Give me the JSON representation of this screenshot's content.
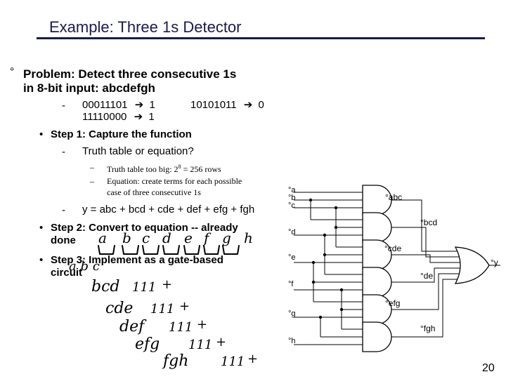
{
  "title": "Example: Three 1s Detector",
  "problem": {
    "bullet": "°",
    "line1": "Problem: Detect three consecutive 1s",
    "line2": "in 8-bit input: abcdefgh",
    "dash": "-",
    "examples": [
      {
        "input": "00011101",
        "output": "1"
      },
      {
        "input": "11110000",
        "output": "1"
      },
      {
        "input": "10101011",
        "output": "0"
      }
    ],
    "arrow": "➔"
  },
  "step1": {
    "bullet": "•",
    "label": "Step 1: Capture the function",
    "dash": "-",
    "sub": "Truth table or equation?",
    "endash": "–",
    "notes": [
      {
        "line1": "Truth table too big: 2",
        "sup": "8",
        "line1b": " = 256 rows"
      },
      {
        "line1": "Equation: create terms for each possible",
        "line2": "case of three consecutive 1s"
      }
    ],
    "equation": "y = abc + bcd + cde + def + efg + fgh"
  },
  "step2": {
    "bullet": "•",
    "line1": "Step 2: Convert to equation -- already",
    "line2": "done"
  },
  "step3": {
    "bullet": "•",
    "line1": "Step 3: Implement as a gate-based",
    "line2": "circuit"
  },
  "circuit": {
    "inputs": [
      "a",
      "b",
      "c",
      "d",
      "e",
      "f",
      "g",
      "h"
    ],
    "gates": [
      "abc",
      "bcd",
      "cde",
      "de",
      "efg",
      "fgh"
    ],
    "output": "y",
    "bullet": "°"
  },
  "handwriting": {
    "letters": [
      "a",
      "b",
      "c",
      "d",
      "e",
      "f",
      "g",
      "h"
    ],
    "terms": [
      "bcd",
      "cde",
      "def",
      "efg",
      "fgh"
    ],
    "ones": "111",
    "plus": "+"
  },
  "page_number": "20",
  "colors": {
    "title": "#1a1a4e",
    "ink": "#000000"
  }
}
